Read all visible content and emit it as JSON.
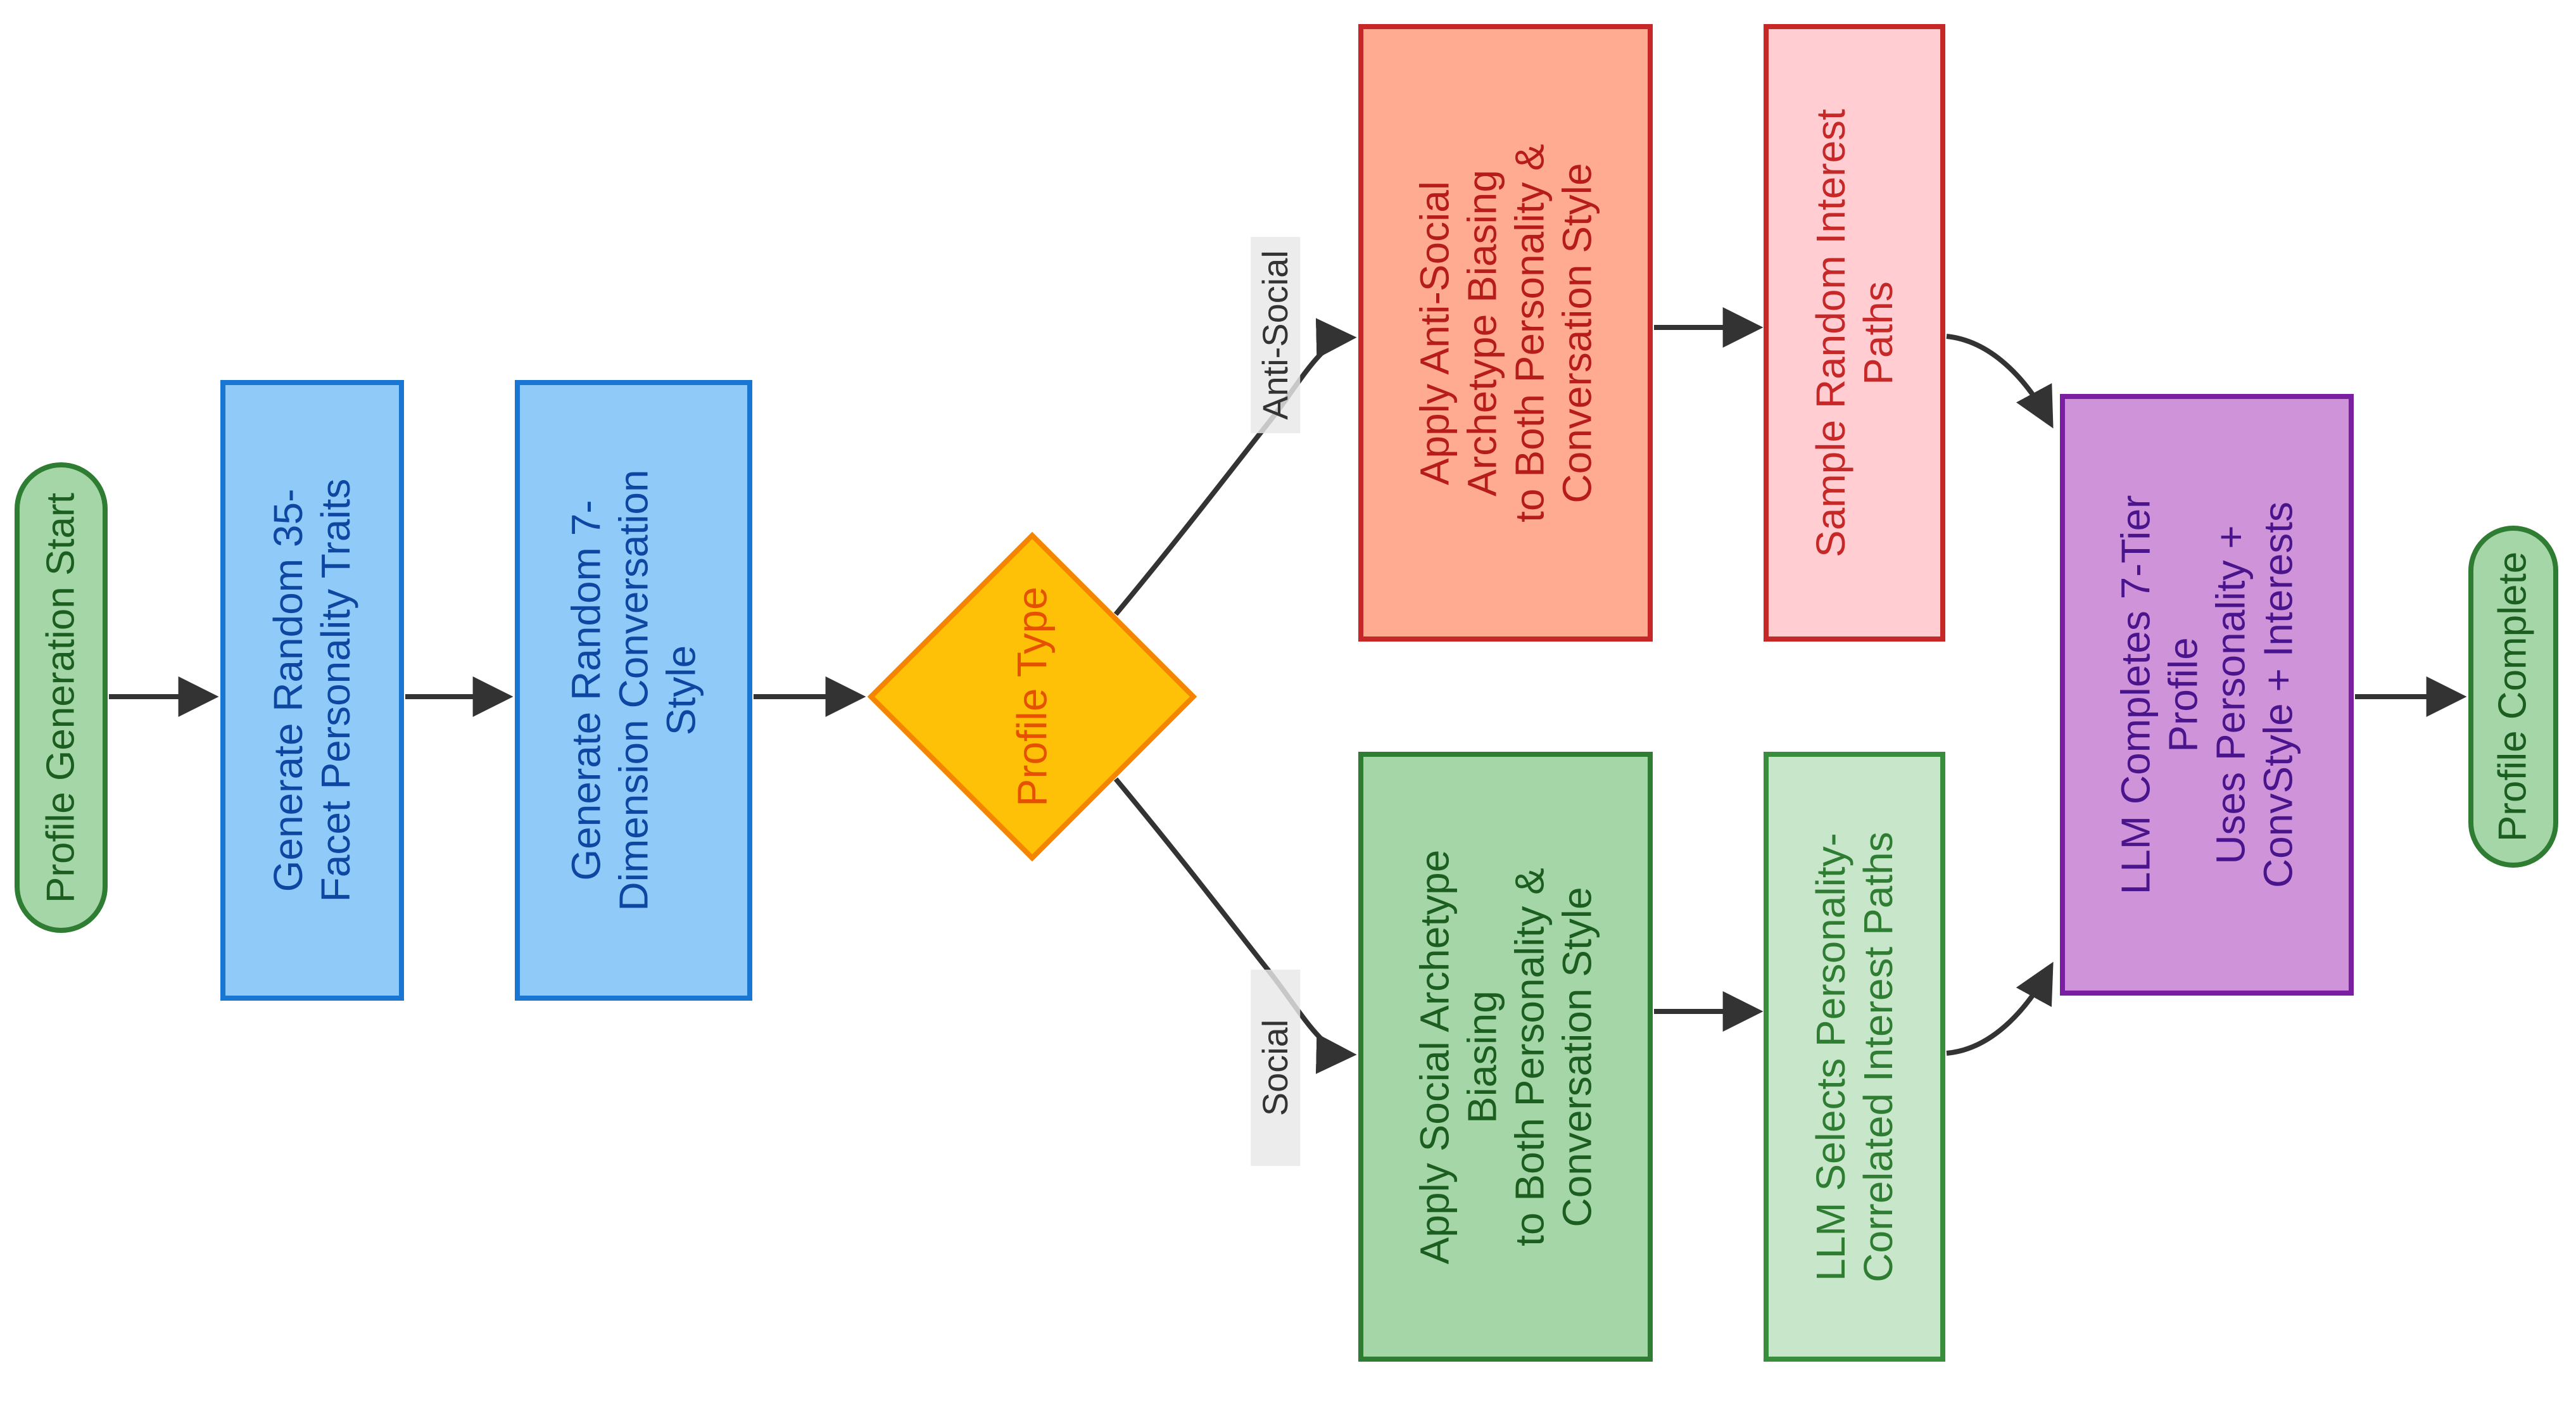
{
  "diagram": {
    "title": "Profile Generation Flowchart",
    "background": "#ffffff",
    "arrow_color": "#333333",
    "edge_label_bg": "#e8e8e8",
    "nodes": {
      "start": {
        "text": "Profile Generation Start",
        "shape": "stadium",
        "fill": "#A5D6A7",
        "stroke": "#2E7D32",
        "text_color": "#1B5E20"
      },
      "gen_personality": {
        "text": "Generate Random 35-\nFacet Personality Traits",
        "shape": "rect",
        "fill": "#90CAF9",
        "stroke": "#1976D2",
        "text_color": "#0D47A1"
      },
      "gen_convstyle": {
        "text": "Generate Random 7-\nDimension Conversation\nStyle",
        "shape": "rect",
        "fill": "#90CAF9",
        "stroke": "#1976D2",
        "text_color": "#0D47A1"
      },
      "profile_type": {
        "text": "Profile Type",
        "shape": "diamond",
        "fill": "#FFC107",
        "stroke": "#F58400",
        "text_color": "#E65100"
      },
      "apply_antisocial": {
        "text": "Apply Anti-Social\nArchetype Biasing\nto Both Personality &\nConversation Style",
        "shape": "rect",
        "fill": "#FFAB91",
        "stroke": "#C62828",
        "text_color": "#B71C1C"
      },
      "sample_random": {
        "text": "Sample Random Interest\nPaths",
        "shape": "rect",
        "fill": "#FFCDD2",
        "stroke": "#C62828",
        "text_color": "#C62828"
      },
      "apply_social": {
        "text": "Apply Social Archetype\nBiasing\nto Both Personality &\nConversation Style",
        "shape": "rect",
        "fill": "#A5D6A7",
        "stroke": "#2E7D32",
        "text_color": "#1B5E20"
      },
      "llm_selects": {
        "text": "LLM Selects Personality-\nCorrelated Interest Paths",
        "shape": "rect",
        "fill": "#C8E6C9",
        "stroke": "#388E3C",
        "text_color": "#2E7D32"
      },
      "llm_completes": {
        "text": "LLM Completes 7-Tier\nProfile\nUses Personality +\nConvStyle + Interests",
        "shape": "rect",
        "fill": "#CE93D8",
        "stroke": "#7B1FA2",
        "text_color": "#4A148C"
      },
      "end": {
        "text": "Profile Complete",
        "shape": "stadium",
        "fill": "#A5D6A7",
        "stroke": "#2E7D32",
        "text_color": "#1B5E20"
      }
    },
    "edge_labels": {
      "anti_social": "Anti-Social",
      "social": "Social"
    },
    "edges": [
      {
        "from": "start",
        "to": "gen_personality"
      },
      {
        "from": "gen_personality",
        "to": "gen_convstyle"
      },
      {
        "from": "gen_convstyle",
        "to": "profile_type"
      },
      {
        "from": "profile_type",
        "to": "apply_antisocial",
        "label": "Anti-Social"
      },
      {
        "from": "profile_type",
        "to": "apply_social",
        "label": "Social"
      },
      {
        "from": "apply_antisocial",
        "to": "sample_random"
      },
      {
        "from": "apply_social",
        "to": "llm_selects"
      },
      {
        "from": "sample_random",
        "to": "llm_completes"
      },
      {
        "from": "llm_selects",
        "to": "llm_completes"
      },
      {
        "from": "llm_completes",
        "to": "end"
      }
    ]
  }
}
